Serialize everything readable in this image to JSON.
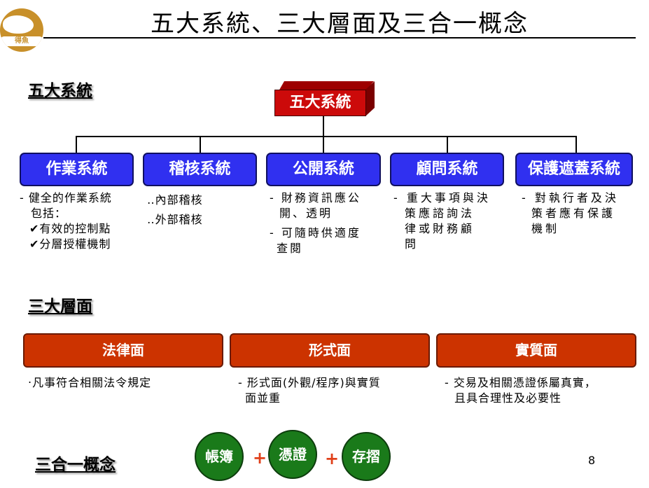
{
  "logo": {
    "text": "得魚"
  },
  "title": "五大系統、三大層面及三合一概念",
  "five_systems": {
    "heading": "五大系統",
    "root": "五大系統",
    "systems": [
      {
        "label": "作業系統",
        "desc": [
          "- 健全的作業系統",
          "包括：",
          "✔有效的控制點",
          "✔分層授權機制"
        ]
      },
      {
        "label": "稽核系統",
        "desc": [
          "‥內部稽核",
          "‥外部稽核"
        ]
      },
      {
        "label": "公開系統",
        "desc": [
          "- 財務資訊應公",
          "開、透明",
          "- 可隨時供適度",
          "查閱"
        ]
      },
      {
        "label": "顧問系統",
        "desc": [
          "- 重大事項與決",
          "策應諮詢法",
          "律或財務顧",
          "問"
        ]
      },
      {
        "label": "保護遮蓋系統",
        "desc": [
          "- 對執行者及決",
          "策者應有保護",
          "機制"
        ]
      }
    ]
  },
  "three_aspects": {
    "heading": "三大層面",
    "items": [
      {
        "label": "法律面",
        "desc": [
          "‧凡事符合相關法令規定"
        ]
      },
      {
        "label": "形式面",
        "desc": [
          "- 形式面(外觀/程序)與實質",
          "面並重"
        ]
      },
      {
        "label": "實質面",
        "desc": [
          "- 交易及相關憑證係屬真實，",
          "且具合理性及必要性"
        ]
      }
    ]
  },
  "three_in_one": {
    "heading": "三合一概念",
    "items": [
      "帳簿",
      "憑證",
      "存摺"
    ],
    "plus": "+"
  },
  "page_number": "8"
}
